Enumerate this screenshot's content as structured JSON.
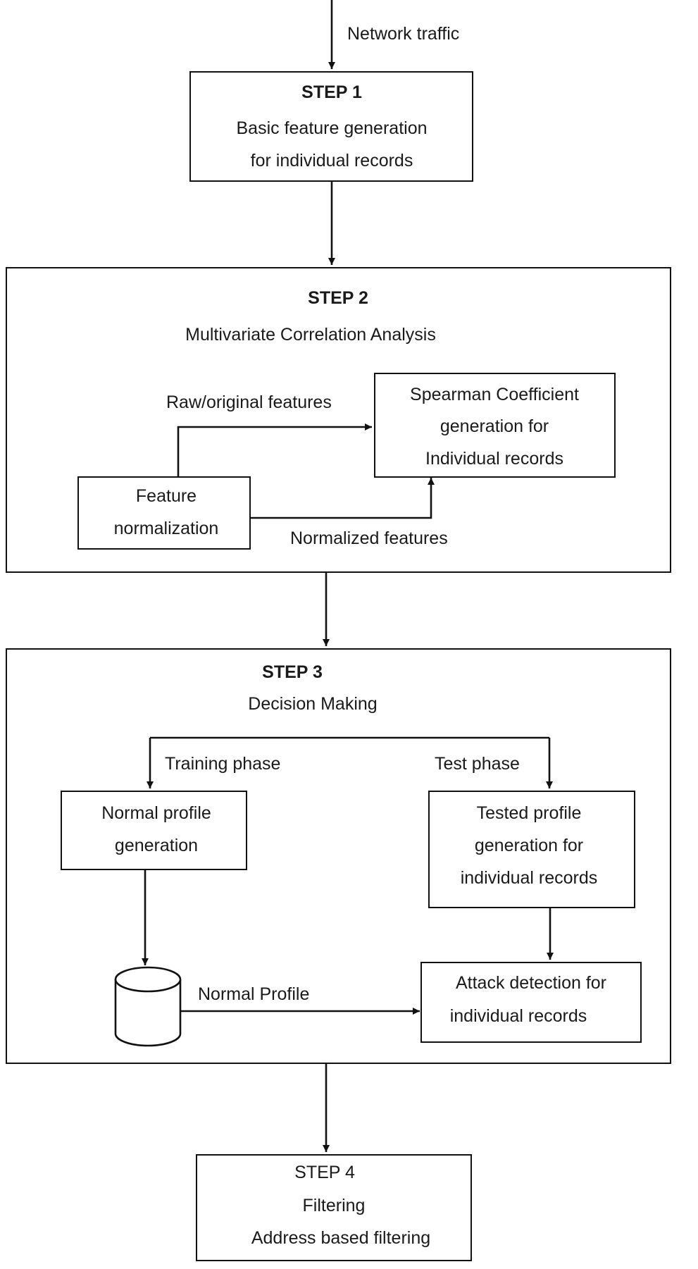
{
  "input_label": "Network traffic",
  "step1": {
    "title": "STEP 1",
    "line1": "Basic feature generation",
    "line2": "for individual records"
  },
  "step2": {
    "title": "STEP 2",
    "subtitle": "Multivariate Correlation Analysis",
    "raw_label": "Raw/original features",
    "normalized_label": "Normalized features",
    "norm_box": {
      "line1": "Feature",
      "line2": "normalization"
    },
    "spearman_box": {
      "line1": "Spearman Coefficient",
      "line2": "generation for",
      "line3": "Individual records"
    }
  },
  "step3": {
    "title": "STEP 3",
    "subtitle": "Decision Making",
    "training_label": "Training phase",
    "test_label": "Test phase",
    "normal_box": {
      "line1": "Normal profile",
      "line2": "generation"
    },
    "tested_box": {
      "line1": "Tested profile",
      "line2": "generation for",
      "line3": "individual records"
    },
    "profile_label": "Normal Profile",
    "attack_box": {
      "line1": "Attack detection for",
      "line2": "individual records"
    }
  },
  "step4": {
    "title": "STEP 4",
    "line1": "Filtering",
    "line2": "Address based filtering"
  }
}
